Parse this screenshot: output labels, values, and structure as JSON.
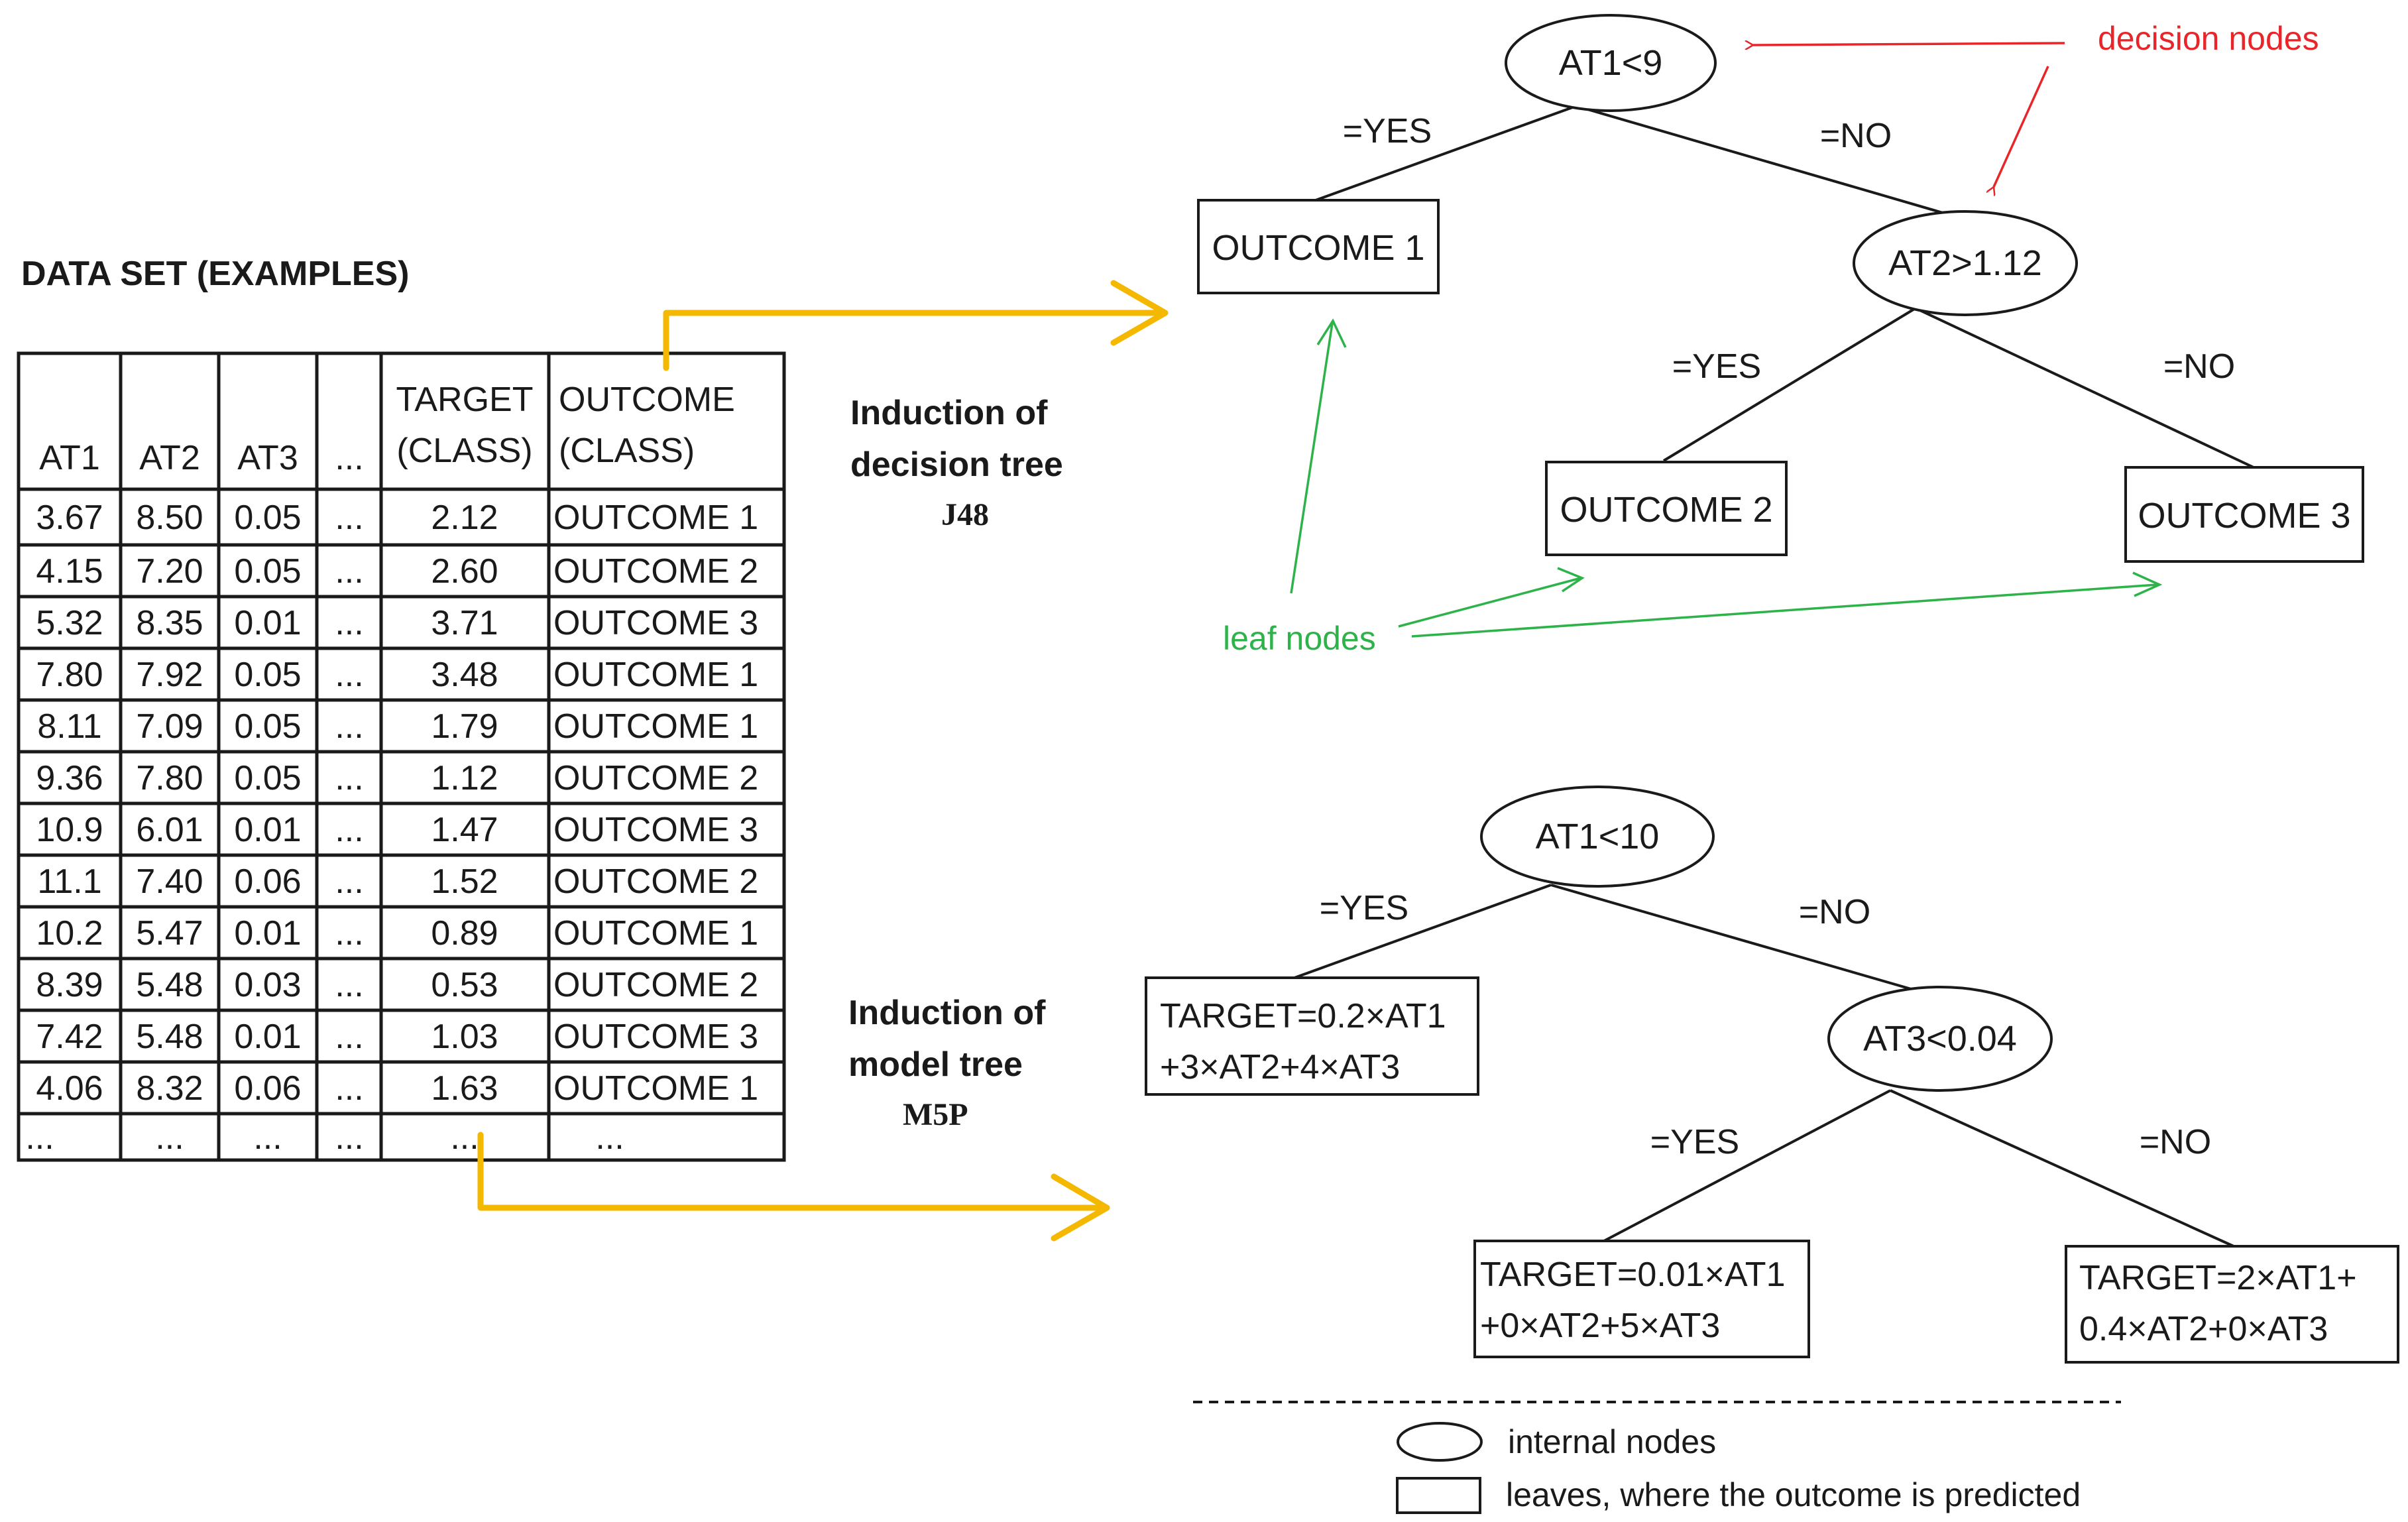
{
  "dataset": {
    "title": "DATA SET (EXAMPLES)",
    "headers": [
      {
        "line1": "",
        "line2": "AT1"
      },
      {
        "line1": "",
        "line2": "AT2"
      },
      {
        "line1": "",
        "line2": "AT3"
      },
      {
        "line1": "",
        "line2": "..."
      },
      {
        "line1": "TARGET",
        "line2": "(CLASS)"
      },
      {
        "line1": "OUTCOME",
        "line2": "(CLASS)"
      }
    ],
    "rows": [
      [
        "3.67",
        "8.50",
        "0.05",
        "...",
        "2.12",
        "OUTCOME 1"
      ],
      [
        "4.15",
        "7.20",
        "0.05",
        "...",
        "2.60",
        "OUTCOME 2"
      ],
      [
        "5.32",
        "8.35",
        "0.01",
        "...",
        "3.71",
        "OUTCOME 3"
      ],
      [
        "7.80",
        "7.92",
        "0.05",
        "...",
        "3.48",
        "OUTCOME 1"
      ],
      [
        "8.11",
        "7.09",
        "0.05",
        "...",
        "1.79",
        "OUTCOME 1"
      ],
      [
        "9.36",
        "7.80",
        "0.05",
        "...",
        "1.12",
        "OUTCOME 2"
      ],
      [
        "10.9",
        "6.01",
        "0.01",
        "...",
        "1.47",
        "OUTCOME 3"
      ],
      [
        "11.1",
        "7.40",
        "0.06",
        "...",
        "1.52",
        "OUTCOME 2"
      ],
      [
        "10.2",
        "5.47",
        "0.01",
        "...",
        "0.89",
        "OUTCOME 1"
      ],
      [
        "8.39",
        "5.48",
        "0.03",
        "...",
        "0.53",
        "OUTCOME 2"
      ],
      [
        "7.42",
        "5.48",
        "0.01",
        "...",
        "1.03",
        "OUTCOME 3"
      ],
      [
        "4.06",
        "8.32",
        "0.06",
        "...",
        "1.63",
        "OUTCOME 1"
      ],
      [
        "...",
        "...",
        "...",
        "...",
        "...",
        "..."
      ]
    ]
  },
  "induction_decision": {
    "line1": "Induction of",
    "line2": "decision tree",
    "algo": "J48"
  },
  "induction_model": {
    "line1": "Induction of",
    "line2": "model tree",
    "algo": "M5P"
  },
  "decision_tree": {
    "root": "AT1<9",
    "root_yes": "=YES",
    "root_no": "=NO",
    "leaf1": "OUTCOME 1",
    "node2": "AT2>1.12",
    "node2_yes": "=YES",
    "node2_no": "=NO",
    "leaf2": "OUTCOME 2",
    "leaf3": "OUTCOME 3"
  },
  "model_tree": {
    "root": "AT1<10",
    "root_yes": "=YES",
    "root_no": "=NO",
    "leaf1": {
      "line1": "TARGET=0.2×AT1",
      "line2": "+3×AT2+4×AT3"
    },
    "node2": "AT3<0.04",
    "node2_yes": "=YES",
    "node2_no": "=NO",
    "leaf2": {
      "line1": "TARGET=0.01×AT1",
      "line2": "+0×AT2+5×AT3"
    },
    "leaf3": {
      "line1": "TARGET=2×AT1+",
      "line2": "0.4×AT2+0×AT3"
    }
  },
  "annotations": {
    "decision_nodes": "decision nodes",
    "leaf_nodes": "leaf nodes",
    "legend_internal": "internal nodes",
    "legend_leaves": "leaves, where the outcome is predicted"
  },
  "colors": {
    "yellow_arrow": "#F5B800",
    "red_annotation": "#E8262A",
    "green_annotation": "#2DB34A",
    "ink": "#1a1a1a"
  }
}
